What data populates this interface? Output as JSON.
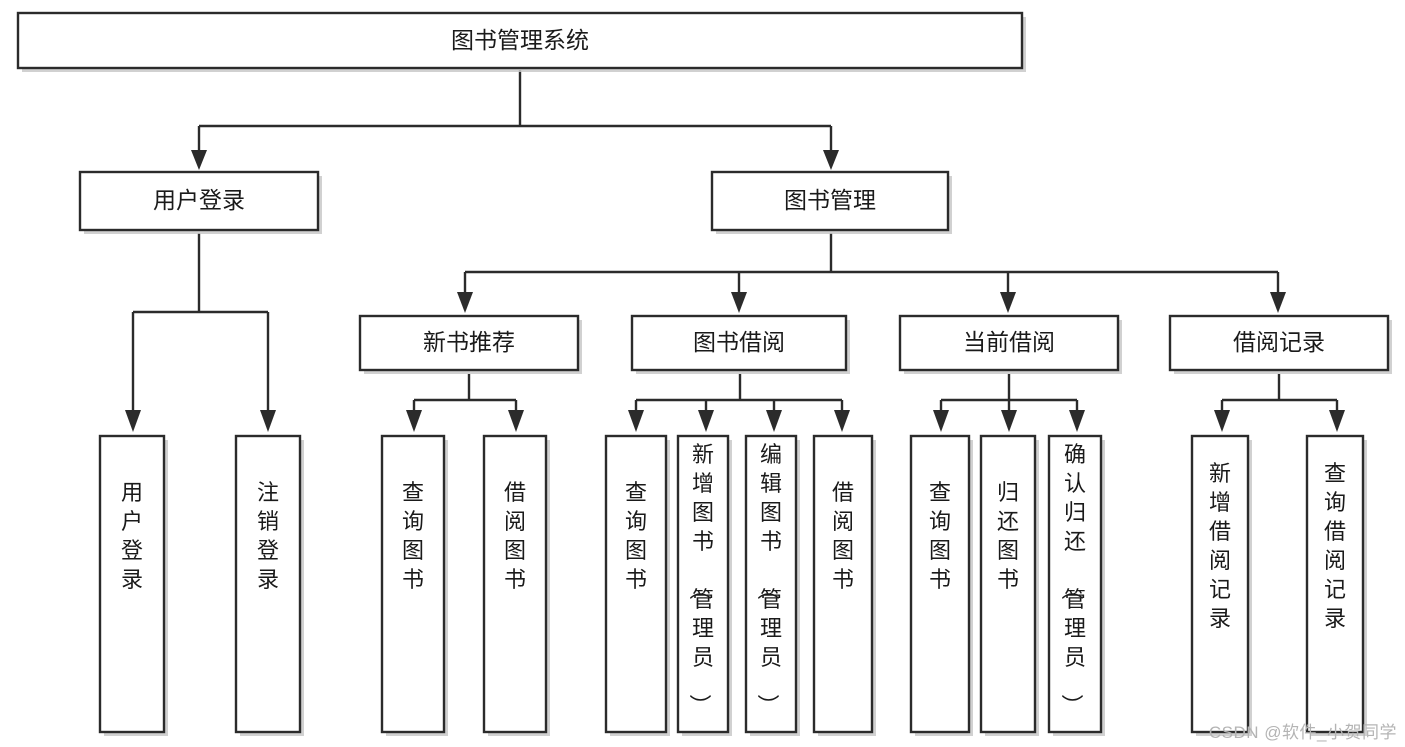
{
  "diagram": {
    "type": "tree-hierarchy",
    "title": "图书管理系统",
    "root": {
      "label": "图书管理系统"
    },
    "level2": [
      {
        "label": "用户登录"
      },
      {
        "label": "图书管理"
      }
    ],
    "level3": [
      {
        "label": "新书推荐"
      },
      {
        "label": "图书借阅"
      },
      {
        "label": "当前借阅"
      },
      {
        "label": "借阅记录"
      }
    ],
    "leaves": {
      "user_login": [
        {
          "label": "用户登录"
        },
        {
          "label": "注销登录"
        }
      ],
      "new_book_recommend": [
        {
          "label": "查询图书"
        },
        {
          "label": "借阅图书"
        }
      ],
      "book_borrow": [
        {
          "label": "查询图书"
        },
        {
          "label": "新增图书（管理员）"
        },
        {
          "label": "编辑图书（管理员）"
        },
        {
          "label": "借阅图书"
        }
      ],
      "current_borrow": [
        {
          "label": "查询图书"
        },
        {
          "label": "归还图书"
        },
        {
          "label": "确认归还（管理员）"
        }
      ],
      "borrow_record": [
        {
          "label": "新增借阅记录"
        },
        {
          "label": "查询借阅记录"
        }
      ]
    }
  },
  "watermark": {
    "text": "CSDN @软件_小贺同学"
  },
  "colors": {
    "background": "#ffffff",
    "box_stroke": "#2b2b2b",
    "box_fill": "#ffffff",
    "text": "#1a1a1a",
    "shadow": "#c9c9c9",
    "watermark": "#b4b4b4"
  }
}
